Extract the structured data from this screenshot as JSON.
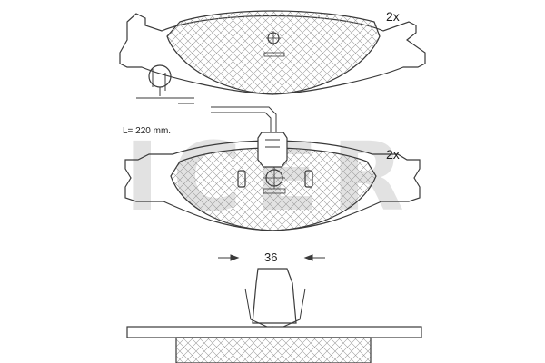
{
  "brand": {
    "watermark": "ICER",
    "color": "#d9d9d9"
  },
  "top_pad": {
    "quantity": "2x"
  },
  "wear_sensor": {
    "length_label": "L= 220 mm."
  },
  "bottom_pad": {
    "quantity": "2x"
  },
  "dimension": {
    "value": "36"
  },
  "colors": {
    "outline": "#3a3a3a",
    "hatch": "#9a9a9a",
    "pad_fill": "#f4f4f4"
  }
}
